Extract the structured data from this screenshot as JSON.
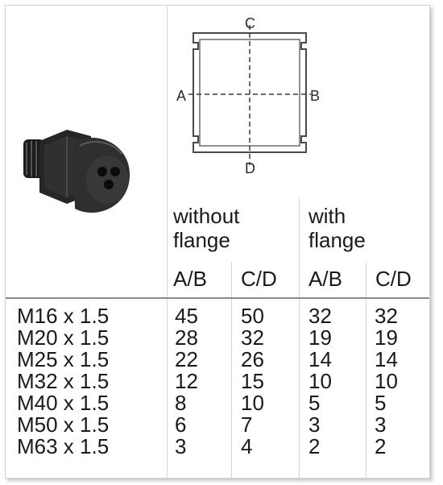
{
  "diagram": {
    "labels": {
      "a": "A",
      "b": "B",
      "c": "C",
      "d": "D"
    }
  },
  "headers": {
    "without_flange": [
      "without",
      "flange"
    ],
    "with_flange": [
      "with",
      "flange"
    ],
    "sub": [
      "A/B",
      "C/D",
      "A/B",
      "C/D"
    ]
  },
  "rows": [
    {
      "size": "M16 x 1.5",
      "values": [
        "45",
        "50",
        "32",
        "32"
      ]
    },
    {
      "size": "M20 x 1.5",
      "values": [
        "28",
        "32",
        "19",
        "19"
      ]
    },
    {
      "size": "M25 x 1.5",
      "values": [
        "22",
        "26",
        "14",
        "14"
      ]
    },
    {
      "size": "M32 x 1.5",
      "values": [
        "12",
        "15",
        "10",
        "10"
      ]
    },
    {
      "size": "M40 x 1.5",
      "values": [
        "8",
        "10",
        "5",
        "5"
      ]
    },
    {
      "size": "M50 x 1.5",
      "values": [
        "6",
        "7",
        "3",
        "3"
      ]
    },
    {
      "size": "M63 x 1.5",
      "values": [
        "3",
        "4",
        "2",
        "2"
      ]
    }
  ],
  "colors": {
    "border": "#d6d6d6",
    "text": "#1a1a1a",
    "gland_body": "#2b2b2b"
  }
}
